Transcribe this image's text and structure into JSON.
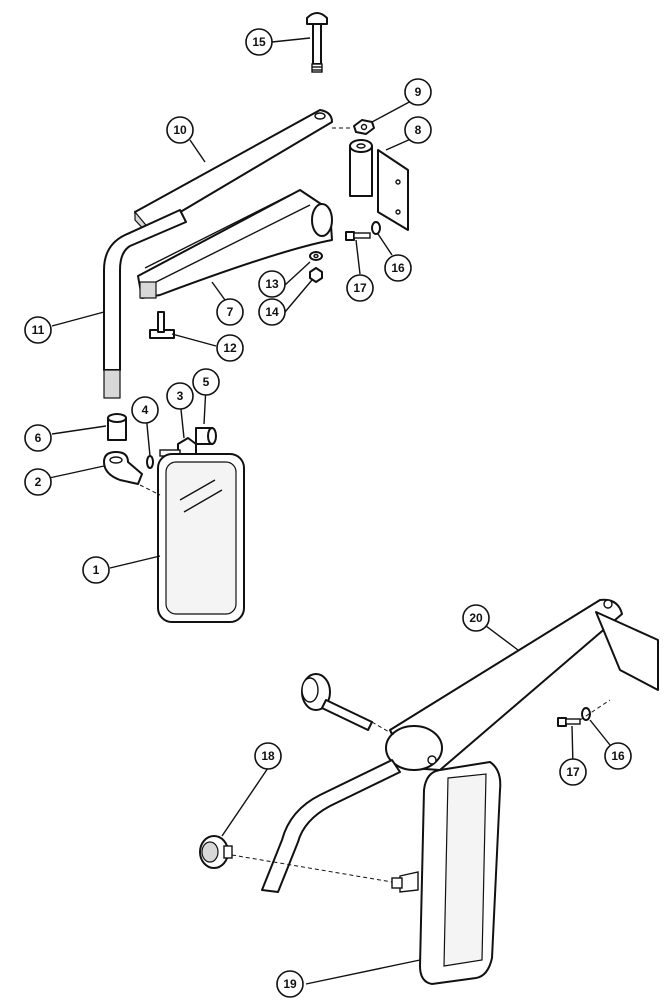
{
  "callouts": [
    {
      "id": "1",
      "label": "1"
    },
    {
      "id": "2",
      "label": "2"
    },
    {
      "id": "3",
      "label": "3"
    },
    {
      "id": "4",
      "label": "4"
    },
    {
      "id": "5",
      "label": "5"
    },
    {
      "id": "6",
      "label": "6"
    },
    {
      "id": "7",
      "label": "7"
    },
    {
      "id": "8",
      "label": "8"
    },
    {
      "id": "9",
      "label": "9"
    },
    {
      "id": "10",
      "label": "10"
    },
    {
      "id": "11",
      "label": "11"
    },
    {
      "id": "12",
      "label": "12"
    },
    {
      "id": "13",
      "label": "13"
    },
    {
      "id": "14",
      "label": "14"
    },
    {
      "id": "15",
      "label": "15"
    },
    {
      "id": "16a",
      "label": "16"
    },
    {
      "id": "16b",
      "label": "16"
    },
    {
      "id": "17a",
      "label": "17"
    },
    {
      "id": "17b",
      "label": "17"
    },
    {
      "id": "18",
      "label": "18"
    },
    {
      "id": "19",
      "label": "19"
    },
    {
      "id": "20",
      "label": "20"
    }
  ]
}
